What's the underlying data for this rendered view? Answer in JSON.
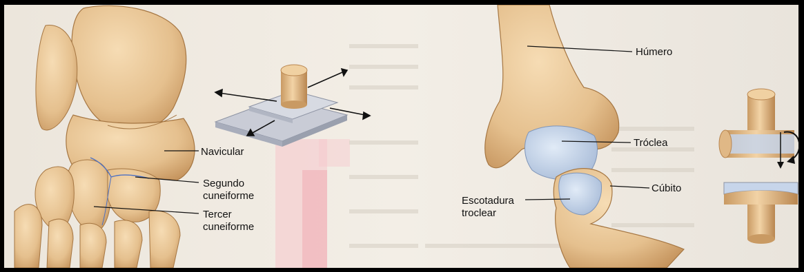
{
  "foot_labels": {
    "navicular": "Navicular",
    "segundo_l1": "Segundo",
    "segundo_l2": "cuneiforme",
    "tercer_l1": "Tercer",
    "tercer_l2": "cuneiforme"
  },
  "elbow_labels": {
    "humero": "Húmero",
    "troclea": "Tróclea",
    "cubito": "Cúbito",
    "escotadura_l1": "Escotadura",
    "escotadura_l2": "troclear"
  },
  "colors": {
    "bone": "#e7c79a",
    "bone_shade": "#c99a63",
    "cartilage": "#bfd0e6",
    "plate": "#c9ccd6",
    "accent_red": "#e5334a"
  }
}
